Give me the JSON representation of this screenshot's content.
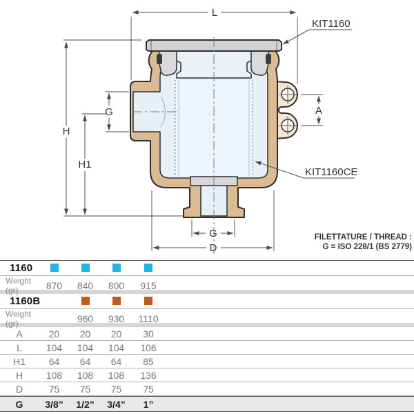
{
  "drawing": {
    "dim_labels": {
      "L": "L",
      "G_side": "G",
      "H": "H",
      "H1": "H1",
      "A": "A",
      "G_bottom": "G",
      "D": "D"
    },
    "callout_top": "KIT1160",
    "callout_inner": "KIT1160CE",
    "thread_note": {
      "line1": "FILETTATURE / THREAD :",
      "line2": "G = ISO 228/1 (BS 2779)"
    },
    "colors": {
      "body_section": "#dcba94",
      "lug_fill": "#f3e6d3",
      "interior": "#e7f0f7",
      "basket_interior": "#eef5fa",
      "metal_gray": "#d2d2d4",
      "outline": "#2e2e2e",
      "dimension_line": "#4a4a4a"
    }
  },
  "table": {
    "series": [
      {
        "code": "1160",
        "swatch_color": "#1fb5e5",
        "swatches": [
          true,
          true,
          true,
          true
        ],
        "weight_label": "Weight (gr)",
        "weights": [
          "870",
          "840",
          "800",
          "915"
        ]
      },
      {
        "code": "1160B",
        "swatch_color": "#bf5b1e",
        "swatches": [
          false,
          true,
          true,
          true
        ],
        "weight_label": "Weight (gr)",
        "weights": [
          "",
          "960",
          "930",
          "1110"
        ]
      }
    ],
    "dimension_rows": [
      {
        "label": "A",
        "values": [
          "20",
          "20",
          "20",
          "30"
        ]
      },
      {
        "label": "L",
        "values": [
          "104",
          "104",
          "104",
          "106"
        ]
      },
      {
        "label": "H1",
        "values": [
          "64",
          "64",
          "64",
          "85"
        ]
      },
      {
        "label": "H",
        "values": [
          "108",
          "108",
          "108",
          "136"
        ]
      },
      {
        "label": "D",
        "values": [
          "75",
          "75",
          "75",
          "75"
        ]
      },
      {
        "label": "G",
        "values": [
          "3/8”",
          "1/2”",
          "3/4”",
          "1”"
        ],
        "highlight": true
      }
    ],
    "highlight_row_bg": "#e9e9eb"
  }
}
